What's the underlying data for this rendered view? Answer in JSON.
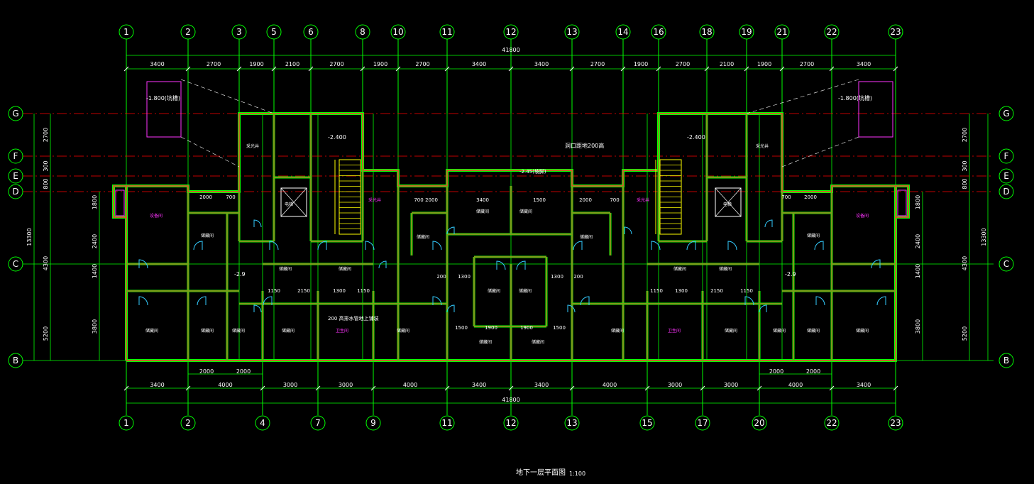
{
  "colors": {
    "background": "#000000",
    "grid": "#00ff00",
    "wall": "#ff3333",
    "axis_dash": "#ff0000",
    "accent": "#ff33ff",
    "stair": "#ffff00",
    "door": "#33ccff",
    "text": "#ffffff"
  },
  "axes_vertical_top": [
    "1",
    "2",
    "3",
    "5",
    "6",
    "8",
    "10",
    "11",
    "12",
    "13",
    "14",
    "16",
    "18",
    "19",
    "21",
    "22",
    "23"
  ],
  "axes_vertical_bottom": [
    "1",
    "2",
    "4",
    "7",
    "9",
    "11",
    "12",
    "13",
    "15",
    "17",
    "20",
    "22",
    "23"
  ],
  "axes_horizontal": [
    "G",
    "F",
    "E",
    "D",
    "C",
    "B"
  ],
  "dims_top_total": "41800",
  "dims_top": [
    "3400",
    "2700",
    "1900",
    "2100",
    "2700",
    "1900",
    "2700",
    "3400",
    "3400",
    "2700",
    "1900",
    "2700",
    "2100",
    "1900",
    "2700",
    "3400"
  ],
  "dims_bottom_total": "41800",
  "dims_bottom": [
    "3400",
    "4000",
    "3000",
    "3000",
    "4000",
    "3400",
    "3400",
    "4000",
    "3000",
    "3000",
    "4000",
    "3400"
  ],
  "dims_bottom_inner_left": [
    "2000",
    "2000"
  ],
  "dims_bottom_inner_right": [
    "2000",
    "2000"
  ],
  "dims_side_outer": "13300",
  "dims_side_mid": [
    "2700",
    "300",
    "800",
    "4300",
    "5200"
  ],
  "dims_side_inner": [
    "1800",
    "2400",
    "1400",
    "3800"
  ],
  "level_tags": [
    {
      "text": "-1.800(坑槽)",
      "side": "left"
    },
    {
      "text": "-1.800(坑槽)",
      "side": "right"
    }
  ],
  "stair_levels": [
    "-2.400",
    "-2.400"
  ],
  "corridor_note": "洞口距地200高",
  "corridor_level": "-2.45(坡脚)",
  "floor_levels": [
    "-2.9",
    "-2.9"
  ],
  "pipe_note": "200 高排水管地上铺装",
  "room_labels": {
    "store": "储藏间",
    "equip": "设备间",
    "elevator": "电梯",
    "pit": "采光井",
    "wc": "卫生间"
  },
  "title": "地下一层平面图",
  "scale": "1:100"
}
